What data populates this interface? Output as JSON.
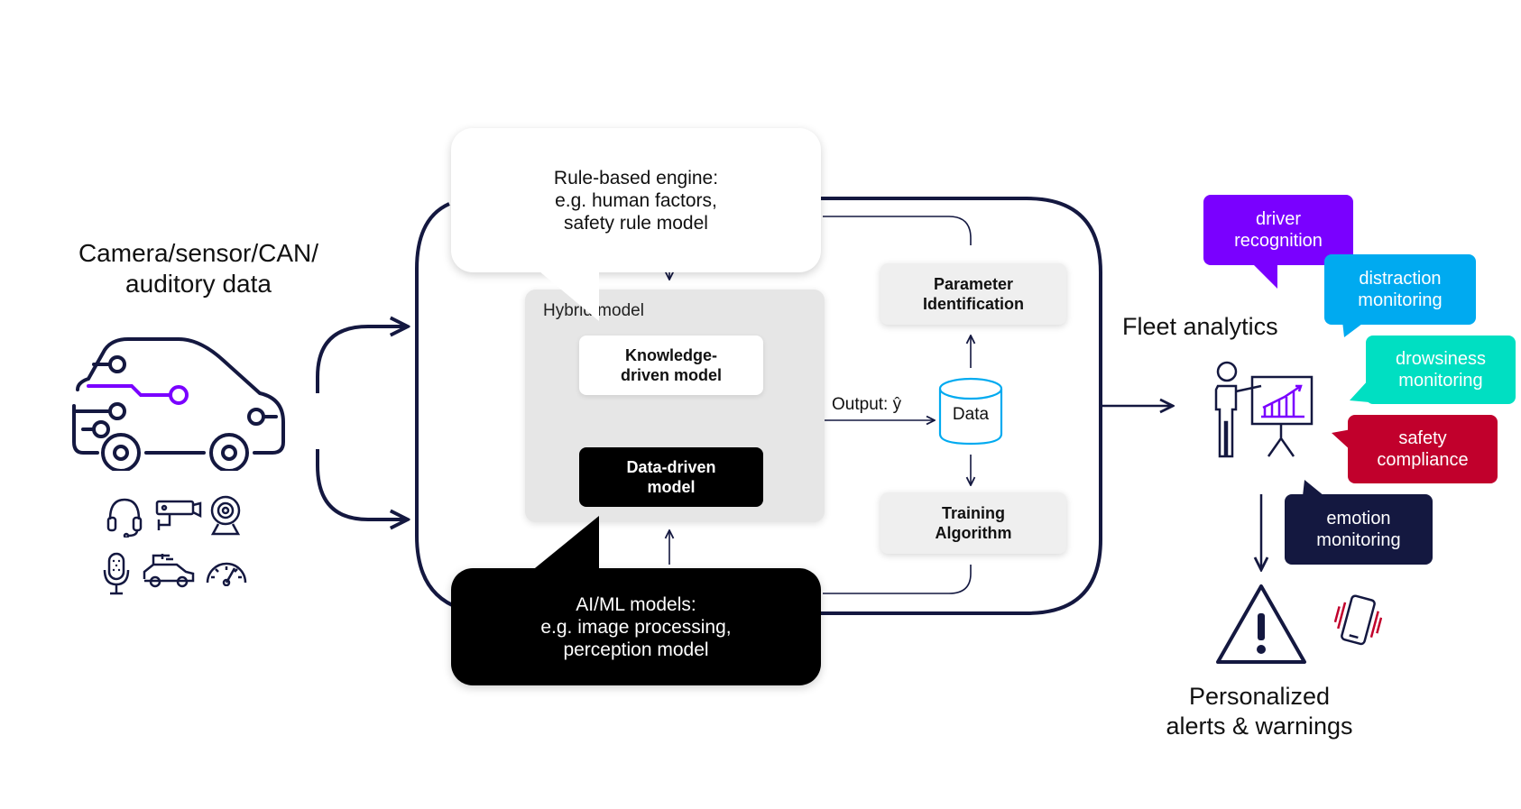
{
  "input": {
    "title": "Camera/sensor/CAN/\nauditory data",
    "icons": [
      "car-circuit-icon",
      "headset-icon",
      "security-camera-icon",
      "webcam-icon",
      "microphone-icon",
      "electric-car-icon",
      "speedometer-icon"
    ]
  },
  "bubbles": {
    "rule_based": "Rule-based engine:\ne.g. human factors,\nsafety rule model",
    "ai_ml": "AI/ML models:\ne.g. image processing,\nperception model"
  },
  "hybrid": {
    "label": "Hybrid model",
    "knowledge": "Knowledge-\ndriven model",
    "data_driven": "Data-driven\nmodel"
  },
  "flow": {
    "output": "Output: ŷ",
    "data": "Data",
    "parameter": "Parameter\nIdentification",
    "training": "Training\nAlgorithm"
  },
  "fleet": {
    "title": "Fleet analytics",
    "icon": "presenter-chart-icon"
  },
  "tags": [
    {
      "label": "driver\nrecognition",
      "color": "#7a00ff"
    },
    {
      "label": "distraction\nmonitoring",
      "color": "#00aaf0"
    },
    {
      "label": "drowsiness\nmonitoring",
      "color": "#00dfc2"
    },
    {
      "label": "safety\ncompliance",
      "color": "#c1002c"
    },
    {
      "label": "emotion\nmonitoring",
      "color": "#141840"
    }
  ],
  "alerts": {
    "title": "Personalized\nalerts & warnings",
    "icons": [
      "warning-icon",
      "phone-vibrate-icon"
    ]
  },
  "colors": {
    "navy": "#141840",
    "accent_purple": "#7a00ff"
  }
}
